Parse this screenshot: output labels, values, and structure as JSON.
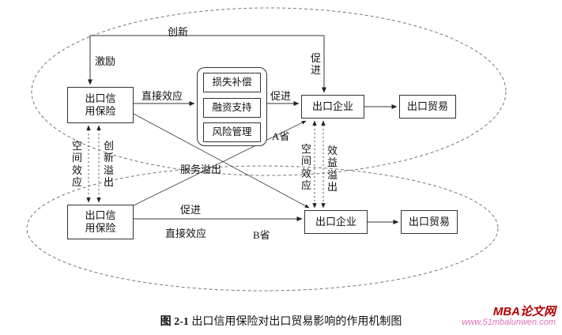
{
  "figure": {
    "caption_prefix": "图 2-1",
    "caption_text": " 出口信用保险对出口贸易影响的作用机制图"
  },
  "watermark": {
    "site_name": "MBA论文网",
    "site_url": "www.51mbalunwen.com",
    "name_color": "#b00000",
    "url_color": "#e070b8"
  },
  "province_a": {
    "region_label": "A省",
    "insurance": "出口信用保险",
    "functions": [
      "损失补偿",
      "融资支持",
      "风险管理"
    ],
    "enterprise": "出口企业",
    "trade": "出口贸易",
    "edge_labels": {
      "innovation": "创新",
      "incentive": "激励",
      "promote_down": "促进",
      "direct_effect": "直接效应",
      "promote": "促进"
    }
  },
  "province_b": {
    "region_label": "B省",
    "insurance": "出口信用保险",
    "enterprise": "出口企业",
    "trade": "出口贸易",
    "edge_labels": {
      "promote": "促进",
      "direct_effect": "直接效应"
    }
  },
  "spillovers": {
    "left_spatial": "空间效应",
    "innovation_spillover": "创新溢出",
    "service_spillover": "服务溢出",
    "right_spatial": "空间效应",
    "benefit_spillover": "效益溢出"
  }
}
